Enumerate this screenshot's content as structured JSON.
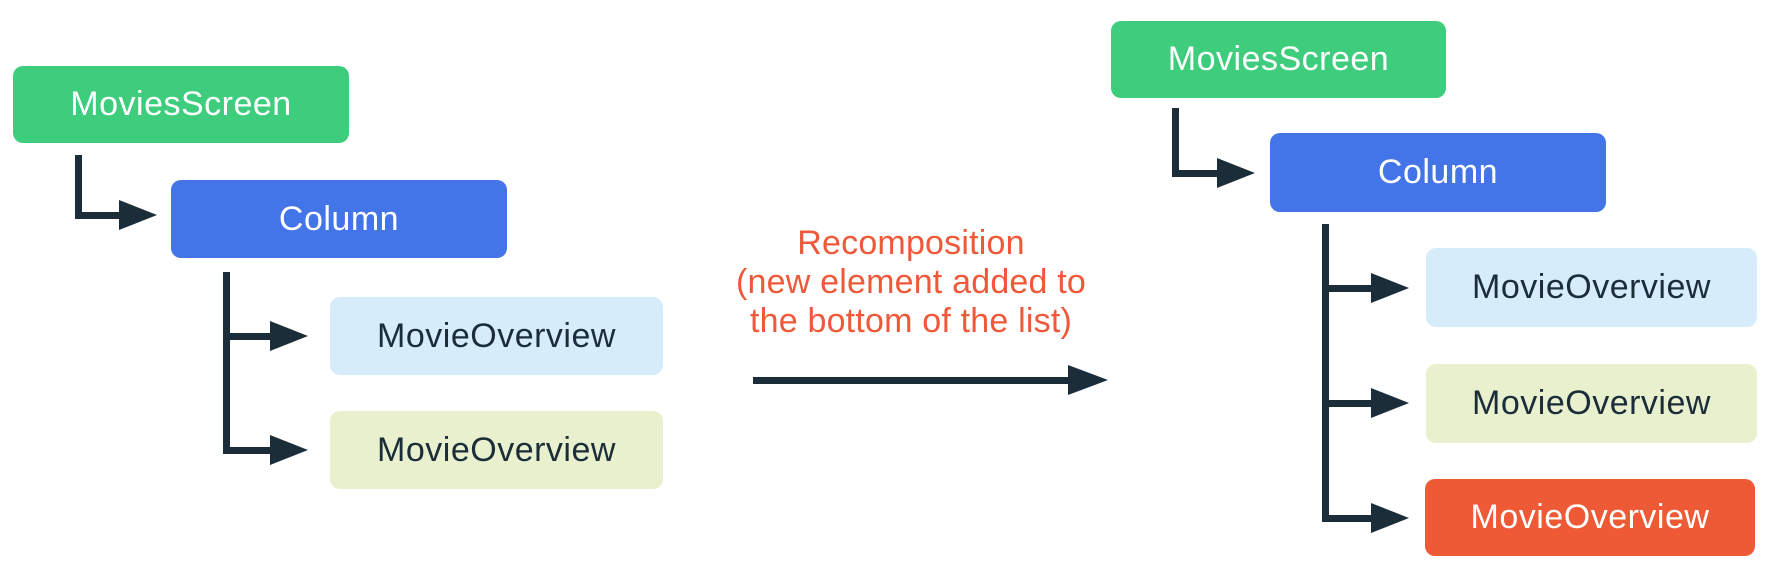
{
  "colors": {
    "background": "#ffffff",
    "node_green": "#3ecd7c",
    "node_blue": "#4374e8",
    "node_light_blue": "#d6ecfa",
    "node_pale_yellow": "#e9f0ce",
    "node_orange": "#ee5a36",
    "connector_navy": "#1c2d3a",
    "annotation_orange": "#f0583a",
    "label_dark": "#1c2d3a",
    "label_light": "#ffffff"
  },
  "left_tree": {
    "root": "MoviesScreen",
    "column": "Column",
    "children": [
      "MovieOverview",
      "MovieOverview"
    ]
  },
  "annotation": {
    "line1": "Recomposition",
    "line2": "(new element added to",
    "line3": "the bottom of the list)"
  },
  "right_tree": {
    "root": "MoviesScreen",
    "column": "Column",
    "children": [
      "MovieOverview",
      "MovieOverview",
      "MovieOverview"
    ]
  }
}
